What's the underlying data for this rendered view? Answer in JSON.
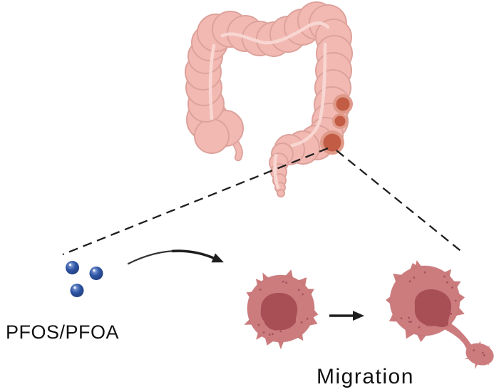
{
  "figure": {
    "labels": {
      "exposure": "PFOS/PFOA",
      "process": "Migration"
    },
    "elements": {
      "organ": "large-intestine-colon",
      "tumor_count": 3,
      "particle_count": 3,
      "cells": [
        "round-tumor-cell",
        "migrating-tumor-cell"
      ],
      "connectors": [
        "zoom-dashed-line-left",
        "zoom-dashed-line-right",
        "curved-exposure-arrow",
        "migration-arrow"
      ]
    },
    "colors": {
      "background": "#ffffff",
      "colon_body": "#f2b9b3",
      "colon_outline": "#dda29b",
      "colon_highlight": "#f9d9d4",
      "tumor_core": "#c25c45",
      "tumor_halo": "#e09a8a",
      "cell_body": "#cc7c7d",
      "cell_nucleus": "#a84f56",
      "cell_dots": "#a3545e",
      "particle_main": "#2e55a5",
      "particle_highlight": "#8fa9dd",
      "particle_dark": "#1d3876",
      "line_color": "#1e1e1e",
      "text_color": "#121212"
    }
  }
}
